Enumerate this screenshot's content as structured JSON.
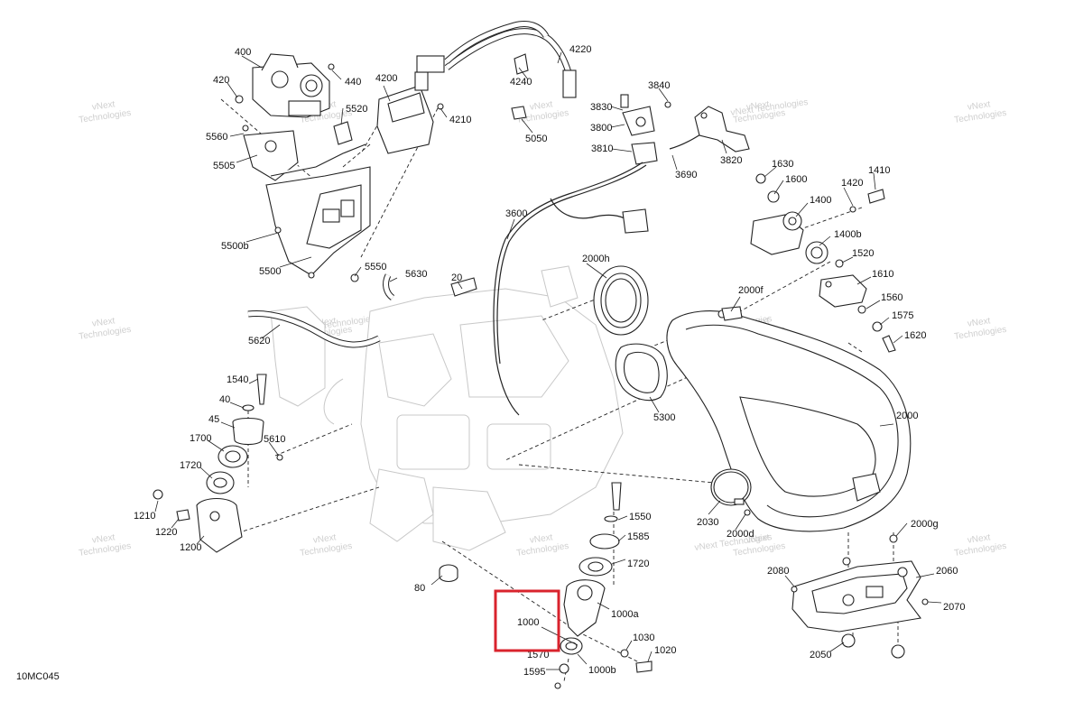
{
  "diagram_code": "10MC045",
  "watermark": {
    "line1": "vNext",
    "line2": "Technologies",
    "inline": "vNext Technologies"
  },
  "highlight_color": "#d9232d",
  "callouts": {
    "c400": "400",
    "c420": "420",
    "c440": "440",
    "c5520": "5520",
    "c5560": "5560",
    "c5505": "5505",
    "c5500b": "5500b",
    "c5500": "5500",
    "c5550": "5550",
    "c4200": "4200",
    "c4210": "4210",
    "c4220": "4220",
    "c4240": "4240",
    "c5050": "5050",
    "c3840": "3840",
    "c3830": "3830",
    "c3800": "3800",
    "c3810": "3810",
    "c3690": "3690",
    "c3820": "3820",
    "c3600": "3600",
    "c1630": "1630",
    "c1600": "1600",
    "c1410": "1410",
    "c1420": "1420",
    "c1400": "1400",
    "c1400b": "1400b",
    "c1520": "1520",
    "c1610": "1610",
    "c1560": "1560",
    "c1575": "1575",
    "c1620": "1620",
    "c2000h": "2000h",
    "c2000f": "2000f",
    "c20": "20",
    "c5630": "5630",
    "c5620": "5620",
    "c1540": "1540",
    "c40": "40",
    "c45": "45",
    "c1700": "1700",
    "c5610": "5610",
    "c1720a": "1720",
    "c1210": "1210",
    "c1220": "1220",
    "c1200": "1200",
    "c5300": "5300",
    "c2000": "2000",
    "c2030": "2030",
    "c2000d": "2000d",
    "c2000g": "2000g",
    "c2080": "2080",
    "c2060": "2060",
    "c2070": "2070",
    "c2050": "2050",
    "c1550": "1550",
    "c1585": "1585",
    "c1720b": "1720",
    "c1000a": "1000a",
    "c1000": "1000",
    "c1570": "1570",
    "c1030": "1030",
    "c1020": "1020",
    "c1000b": "1000b",
    "c1595": "1595",
    "c80": "80"
  }
}
